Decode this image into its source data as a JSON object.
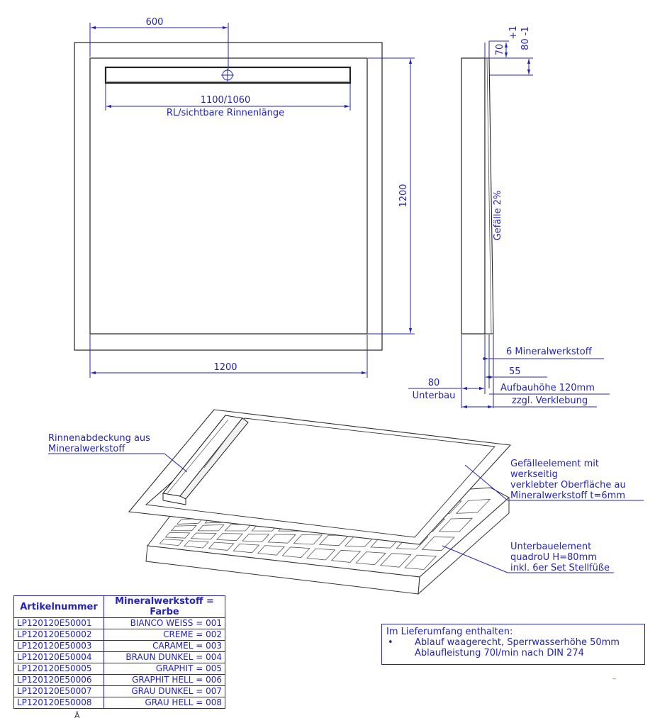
{
  "top_view": {
    "dim_top": "600",
    "dim_channel": "1100/1060",
    "dim_channel_caption": "RL/sichtbare Rinnenlänge",
    "dim_right": "1200",
    "dim_bottom": "1200"
  },
  "side_view": {
    "dim_plus": "+1",
    "dim_minus": "80 -1",
    "dim_70": "70",
    "slope": "Gefälle 2%",
    "mineral": "6 Mineralwerkstoff",
    "dim_55": "55",
    "dim_80": "80",
    "unterbau": "Unterbau",
    "aufbau": "Aufbauhöhe 120mm",
    "verklebung": "zzgl. Verklebung"
  },
  "iso_labels": {
    "cover_line1": "Rinnenabdeckung aus",
    "cover_line2": "Mineralwerkstoff",
    "slope_line1": "Gefälleelement mit",
    "slope_line2": "werkseitig",
    "slope_line3": "verklebter Oberfläche au",
    "slope_line4": "Mineralwerkstoff t=6mm",
    "base_line1": "Unterbauelement",
    "base_line2": "quadroU H=80mm",
    "base_line3": "inkl. 6er Set Stellfüße"
  },
  "table": {
    "header_code": "Artikelnummer",
    "header_color_line1": "Mineralwerkstoff =",
    "header_color_line2": "Farbe",
    "rows": [
      {
        "code": "LP120120E50001",
        "color": "BIANCO WEISS = 001"
      },
      {
        "code": "LP120120E50002",
        "color": "CREME = 002"
      },
      {
        "code": "LP120120E50003",
        "color": "CARAMEL = 003"
      },
      {
        "code": "LP120120E50004",
        "color": "BRAUN DUNKEL = 004"
      },
      {
        "code": "LP120120E50005",
        "color": "GRAPHIT = 005"
      },
      {
        "code": "LP120120E50006",
        "color": "GRAPHIT HELL = 006"
      },
      {
        "code": "LP120120E50007",
        "color": "GRAU DUNKEL = 007"
      },
      {
        "code": "LP120120E50008",
        "color": "GRAU HELL = 008"
      }
    ]
  },
  "scope": {
    "title": "Im Lieferumfang enthalten:",
    "bullet": "•",
    "line1": "Ablauf waagerecht, Sperrwasserhöhe 50mm",
    "line2": "Ablaufleistung 70l/min nach DIN 274"
  },
  "footer_cut": "Ä",
  "corner_mark": "_"
}
